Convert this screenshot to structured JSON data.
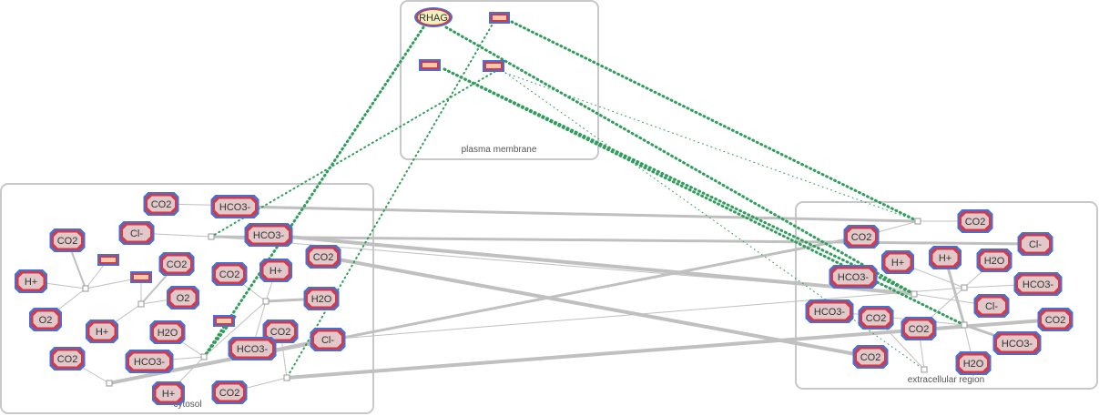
{
  "colors": {
    "compartment_border": "#c8c8c8",
    "edge": "#c0c0c0",
    "control_edge": "#2f9e5b",
    "node_fill": "#e2c8c8",
    "node_border": "#d03a4a",
    "node_outer": "#4a6fd0",
    "gene_fill": "#f4c9a8",
    "rhag_fill": "#f3f0c0"
  },
  "compartments": {
    "plasma_membrane": "plasma membrane",
    "cytosol": "cytosol",
    "extracellular": "extracellular region"
  },
  "genes": {
    "rhag": "RHAG"
  },
  "metabolites": {
    "cyt_co2_a": "CO2",
    "cyt_hco3_a": "HCO3-",
    "cyt_cl_a": "Cl-",
    "cyt_hco3_b": "HCO3-",
    "cyt_co2_b": "CO2",
    "cyt_co2_c": "CO2",
    "cyt_co2_d": "CO2",
    "cyt_h_a": "H+",
    "cyt_o2_a": "O2",
    "cyt_co2_e": "CO2",
    "cyt_h_b": "H+",
    "cyt_o2_b": "O2",
    "cyt_h2o_a": "H2O",
    "cyt_h_c": "H+",
    "cyt_h2o_b": "H2O",
    "cyt_co2_f": "CO2",
    "cyt_hco3_c": "HCO3-",
    "cyt_cl_b": "Cl-",
    "cyt_co2_g": "CO2",
    "cyt_hco3_d": "HCO3-",
    "cyt_h_d": "H+",
    "cyt_co2_h": "CO2",
    "ext_co2_a": "CO2",
    "ext_co2_b": "CO2",
    "ext_cl_a": "Cl-",
    "ext_h_a": "H+",
    "ext_h_b": "H+",
    "ext_h2o_a": "H2O",
    "ext_hco3_a": "HCO3-",
    "ext_hco3_b": "HCO3-",
    "ext_cl_b": "Cl-",
    "ext_hco3_c": "HCO3-",
    "ext_co2_c": "CO2",
    "ext_co2_d": "CO2",
    "ext_co2_e": "CO2",
    "ext_hco3_d": "HCO3-",
    "ext_co2_f": "CO2",
    "ext_h2o_b": "H2O"
  }
}
